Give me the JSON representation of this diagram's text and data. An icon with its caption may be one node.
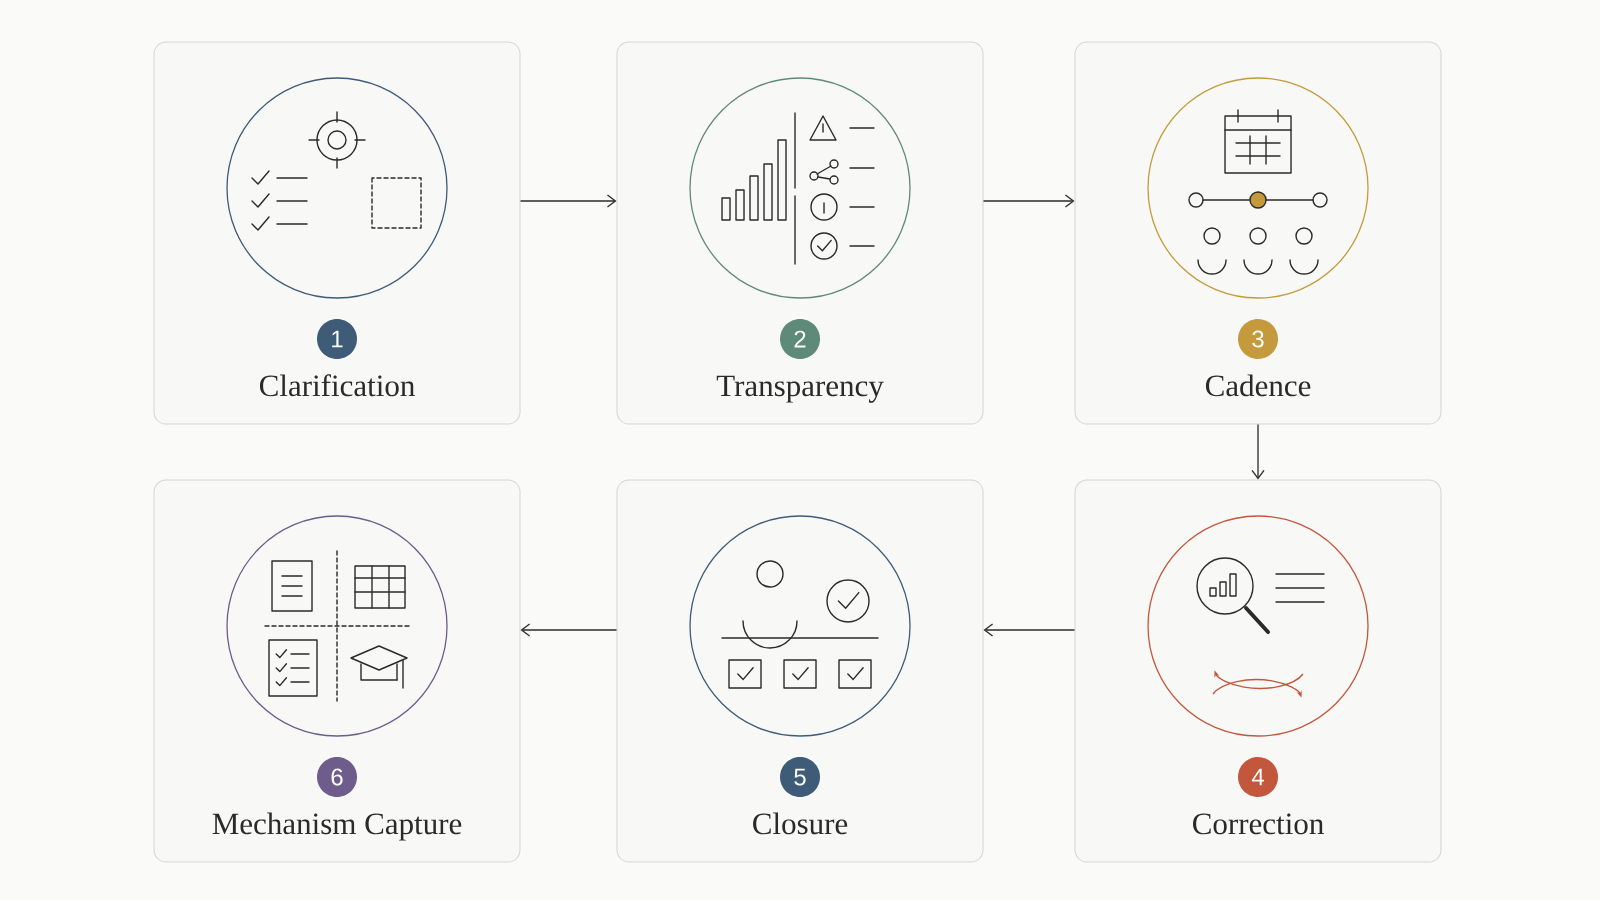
{
  "diagram": {
    "nodes": [
      {
        "text": [
          "Clarification"
        ]
      },
      {
        "text": [
          "Transparency"
        ]
      },
      {
        "text": [
          "Cadence"
        ]
      },
      {
        "text": [
          "Mechanism Capture"
        ]
      },
      {
        "text": [
          "Closure"
        ]
      },
      {
        "text": [
          "Correction"
        ]
      },
      {
        "text": [
          "1"
        ],
        "in": 0
      },
      {
        "text": [
          "2"
        ],
        "in": 1
      },
      {
        "text": [
          "3"
        ],
        "in": 2
      },
      {
        "text": [
          "6"
        ],
        "in": 3
      },
      {
        "text": [
          "5"
        ],
        "in": 4
      },
      {
        "text": [
          "4"
        ],
        "in": 5
      }
    ],
    "edges": [
      {
        "from": 0,
        "to": 1,
        "arrow": "to"
      },
      {
        "from": 1,
        "to": 2,
        "arrow": "to"
      },
      {
        "from": 2,
        "to": 5,
        "arrow": "to"
      },
      {
        "from": 5,
        "to": 4,
        "arrow": "to"
      },
      {
        "from": 4,
        "to": 3,
        "arrow": "to"
      }
    ]
  }
}
